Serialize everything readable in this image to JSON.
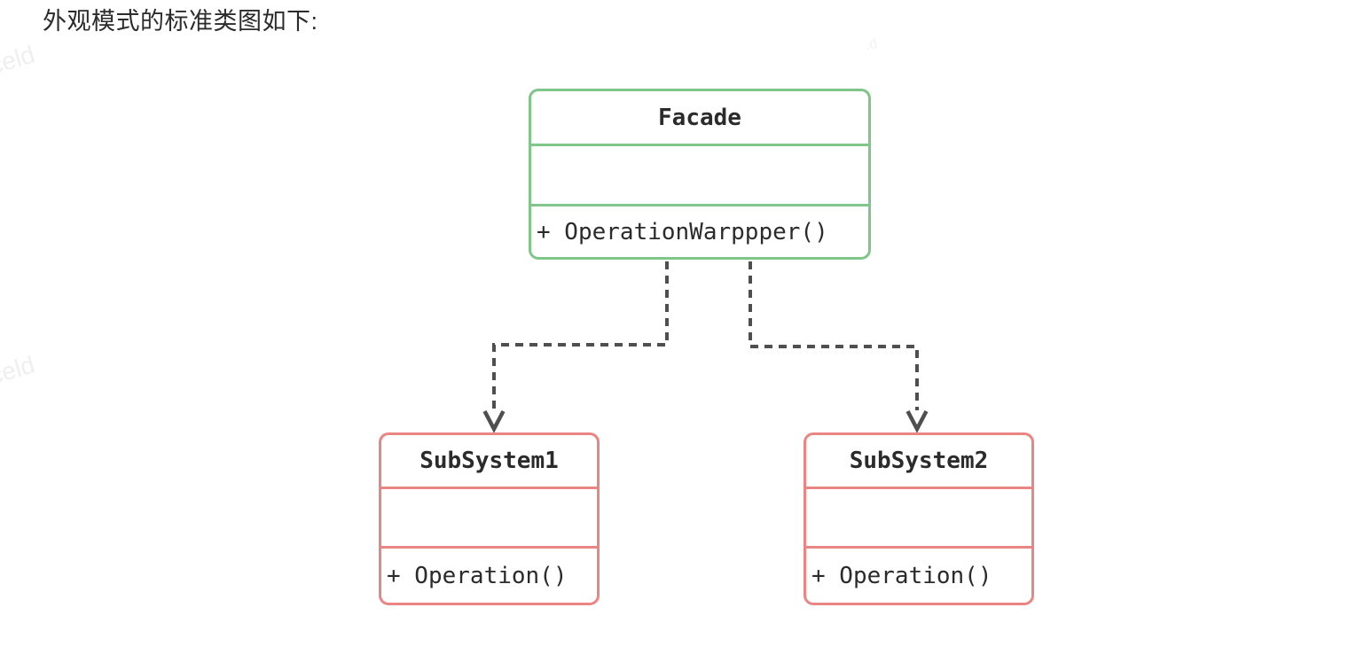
{
  "page": {
    "heading": "外观模式的标准类图如下:",
    "background_color": "#ffffff"
  },
  "watermarks": [
    {
      "text": "celd"
    },
    {
      "text": "celd"
    },
    {
      "text": ".d"
    }
  ],
  "diagram": {
    "type": "uml-class-diagram",
    "pattern": "Facade (外观模式)",
    "classes": [
      {
        "name": "Facade",
        "attributes": "",
        "method": "+ OperationWarppper()",
        "border_color": "#80c589"
      },
      {
        "name": "SubSystem1",
        "attributes": "",
        "method": "+ Operation()",
        "border_color": "#eb8583"
      },
      {
        "name": "SubSystem2",
        "attributes": "",
        "method": "+ Operation()",
        "border_color": "#eb8583"
      }
    ],
    "relations": [
      {
        "from": "Facade",
        "to": "SubSystem1",
        "line_style": "dashed",
        "arrowhead": "open-v"
      },
      {
        "from": "Facade",
        "to": "SubSystem2",
        "line_style": "dashed",
        "arrowhead": "open-v"
      }
    ],
    "colors": {
      "facade_border": "#80c589",
      "subsystem_border": "#eb8583",
      "arrow": "#4f4f4f",
      "text": "#2b2b2b",
      "watermark": "#efefef",
      "background": "#ffffff"
    }
  }
}
